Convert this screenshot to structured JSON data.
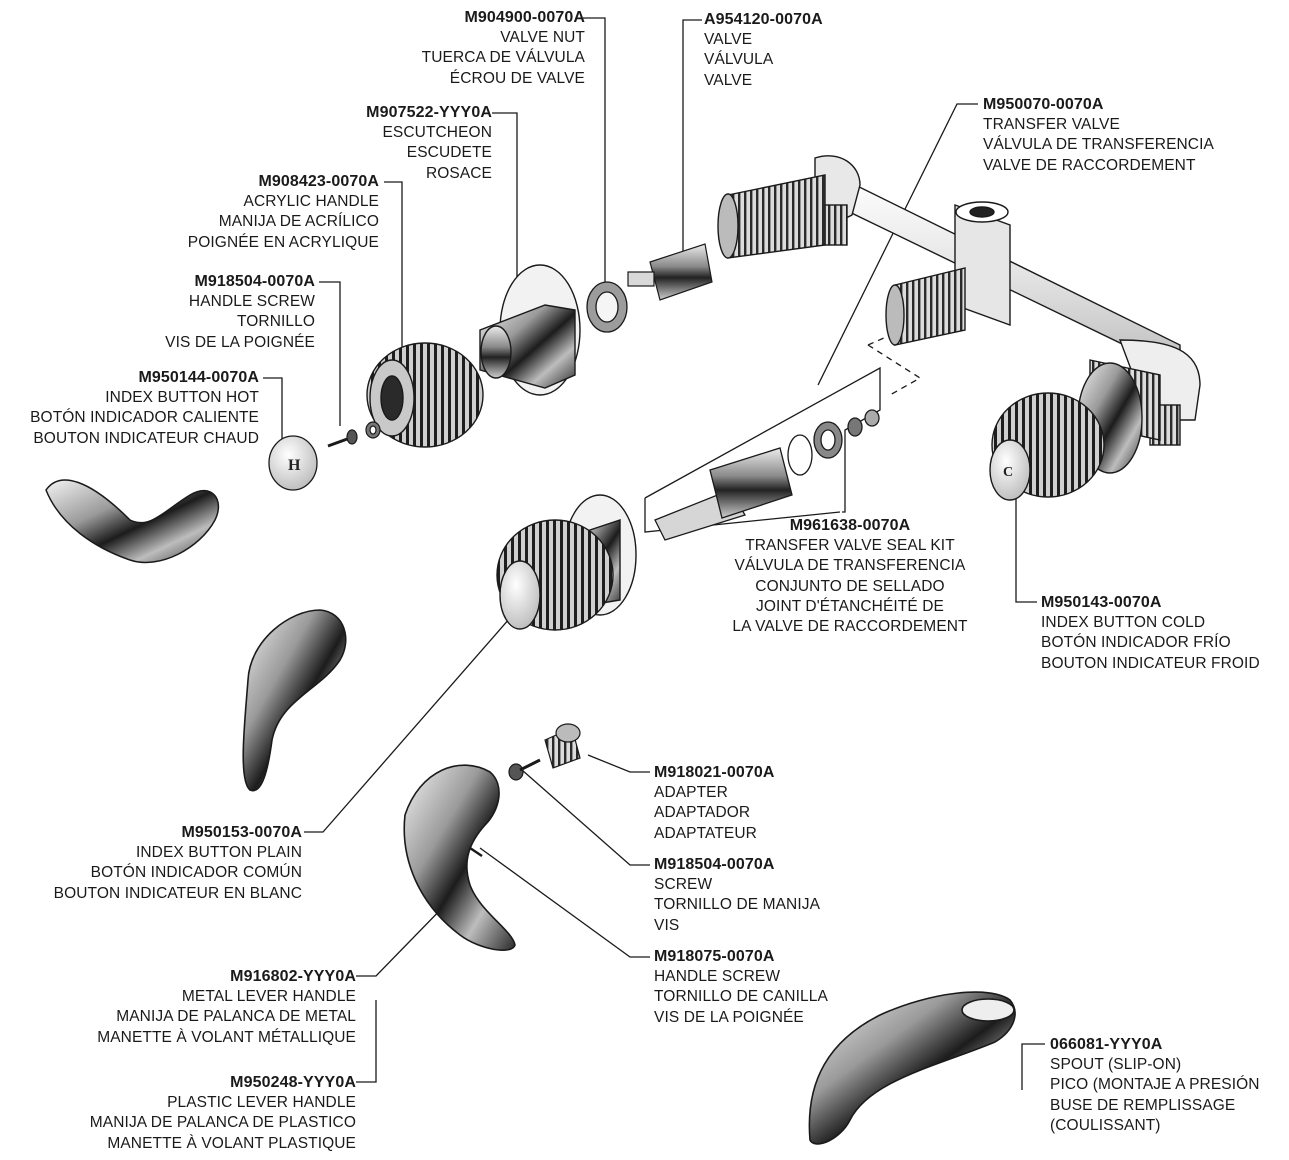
{
  "callouts": [
    {
      "id": "valve-nut",
      "part_no": "M904900-0070A",
      "lines": [
        "VALVE NUT",
        "TUERCA DE VÁLVULA",
        "ÉCROU DE VALVE"
      ]
    },
    {
      "id": "valve",
      "part_no": "A954120-0070A",
      "lines": [
        "VALVE",
        "VÁLVULA",
        "VALVE"
      ]
    },
    {
      "id": "escutcheon",
      "part_no": "M907522-YYY0A",
      "lines": [
        "ESCUTCHEON",
        "ESCUDETE",
        "ROSACE"
      ]
    },
    {
      "id": "transfer-valve",
      "part_no": "M950070-0070A",
      "lines": [
        "TRANSFER VALVE",
        "VÁLVULA DE TRANSFERENCIA",
        "VALVE DE RACCORDEMENT"
      ]
    },
    {
      "id": "acrylic-handle",
      "part_no": "M908423-0070A",
      "lines": [
        "ACRYLIC HANDLE",
        "MANIJA DE ACRÍLICO",
        "POIGNÉE EN ACRYLIQUE"
      ]
    },
    {
      "id": "handle-screw-top",
      "part_no": "M918504-0070A",
      "lines": [
        "HANDLE SCREW",
        "TORNILLO",
        "VIS DE LA POIGNÉE"
      ]
    },
    {
      "id": "index-button-hot",
      "part_no": "M950144-0070A",
      "lines": [
        "INDEX BUTTON HOT",
        "BOTÓN INDICADOR CALIENTE",
        "BOUTON INDICATEUR CHAUD"
      ]
    },
    {
      "id": "transfer-valve-seal-kit",
      "part_no": "M961638-0070A",
      "lines": [
        "TRANSFER VALVE SEAL KIT",
        "VÁLVULA DE TRANSFERENCIA",
        "CONJUNTO DE SELLADO",
        "JOINT D'ÉTANCHÉITÉ DE",
        "LA VALVE DE RACCORDEMENT"
      ]
    },
    {
      "id": "index-button-cold",
      "part_no": "M950143-0070A",
      "lines": [
        "INDEX BUTTON COLD",
        "BOTÓN INDICADOR FRÍO",
        "BOUTON INDICATEUR FROID"
      ]
    },
    {
      "id": "adapter",
      "part_no": "M918021-0070A",
      "lines": [
        "ADAPTER",
        "ADAPTADOR",
        "ADAPTATEUR"
      ]
    },
    {
      "id": "index-button-plain",
      "part_no": "M950153-0070A",
      "lines": [
        "INDEX BUTTON PLAIN",
        "BOTÓN INDICADOR COMÚN",
        "BOUTON INDICATEUR EN BLANC"
      ]
    },
    {
      "id": "screw",
      "part_no": "M918504-0070A",
      "lines": [
        "SCREW",
        "TORNILLO DE MANIJA",
        "VIS"
      ]
    },
    {
      "id": "handle-screw-lower",
      "part_no": "M918075-0070A",
      "lines": [
        "HANDLE SCREW",
        "TORNILLO DE CANILLA",
        "VIS DE LA POIGNÉE"
      ]
    },
    {
      "id": "metal-lever-handle",
      "part_no": "M916802-YYY0A",
      "lines": [
        "METAL LEVER HANDLE",
        "MANIJA DE PALANCA DE METAL",
        "MANETTE À VOLANT MÉTALLIQUE"
      ]
    },
    {
      "id": "spout",
      "part_no": "066081-YYY0A",
      "lines": [
        "SPOUT (SLIP-ON)",
        "PICO (MONTAJE A PRESIÓN",
        "BUSE DE REMPLISSAGE",
        "(COULISSANT)"
      ]
    },
    {
      "id": "plastic-lever-handle",
      "part_no": "M950248-YYY0A",
      "lines": [
        "PLASTIC LEVER HANDLE",
        "MANIJA DE PALANCA DE PLASTICO",
        "MANETTE À VOLANT PLASTIQUE"
      ]
    }
  ],
  "index_button_marks": {
    "hot": "H",
    "cold": "C"
  }
}
